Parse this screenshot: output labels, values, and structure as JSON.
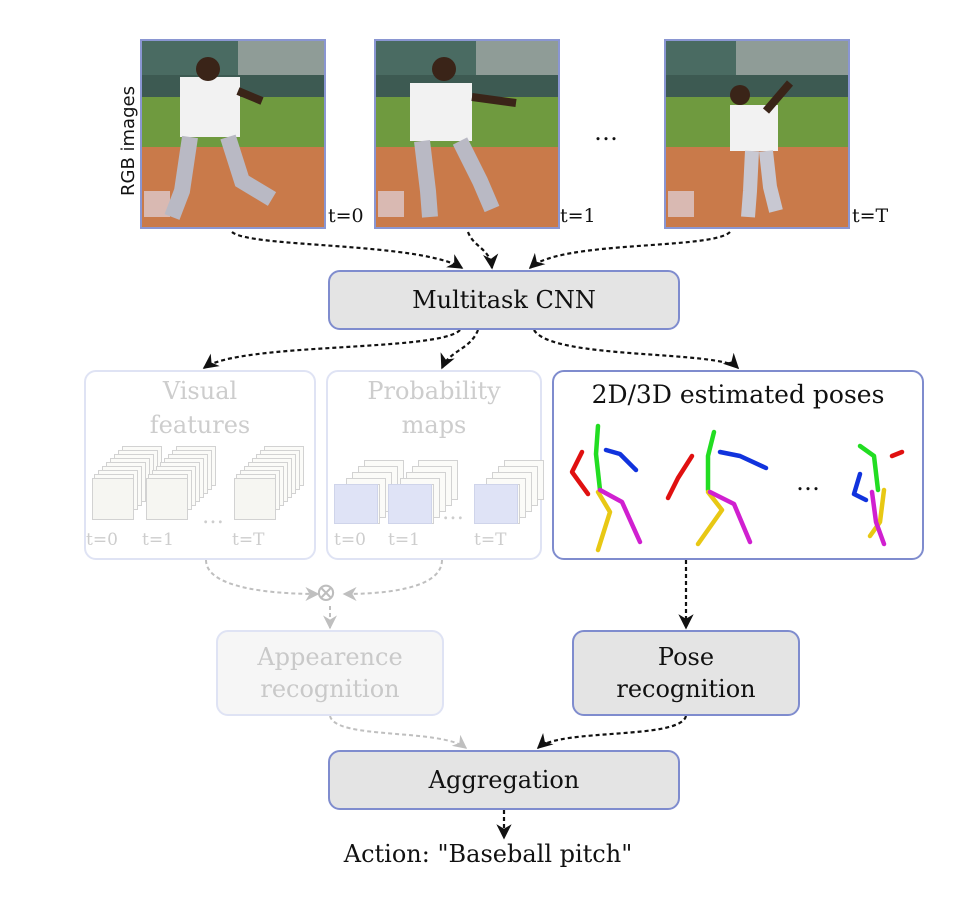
{
  "input": {
    "side_label": "RGB images",
    "frames": [
      {
        "id": "f0",
        "label": "t=0"
      },
      {
        "id": "f1",
        "label": "t=1"
      },
      {
        "id": "fT",
        "label": "t=T"
      }
    ],
    "ellipsis": "…"
  },
  "cnn": {
    "label": "Multitask CNN"
  },
  "visual_features": {
    "title_line1": "Visual",
    "title_line2": "features",
    "steps": [
      "t=0",
      "t=1",
      "t=T"
    ],
    "ellipsis": "…"
  },
  "probability_maps": {
    "title_line1": "Probability",
    "title_line2": "maps",
    "steps": [
      "t=0",
      "t=1",
      "t=T"
    ],
    "ellipsis": "…"
  },
  "poses": {
    "title": "2D/3D estimated poses",
    "ellipsis": "…",
    "limb_colors": {
      "spine": "#22dd22",
      "right_arm": "#e01010",
      "left_arm": "#1133dd",
      "right_leg": "#e8c814",
      "left_leg": "#d020d0"
    }
  },
  "appearance_recognition": {
    "line1": "Appearence",
    "line2": "recognition"
  },
  "pose_recognition": {
    "line1": "Pose",
    "line2": "recognition"
  },
  "aggregation": {
    "label": "Aggregation"
  },
  "output": {
    "label": "Action: \"Baseball pitch\""
  },
  "multiply_symbol": "⊗",
  "colors": {
    "box_border": "#7f8cce",
    "box_fill": "#e4e4e4",
    "faded": "#cdcdcd"
  }
}
